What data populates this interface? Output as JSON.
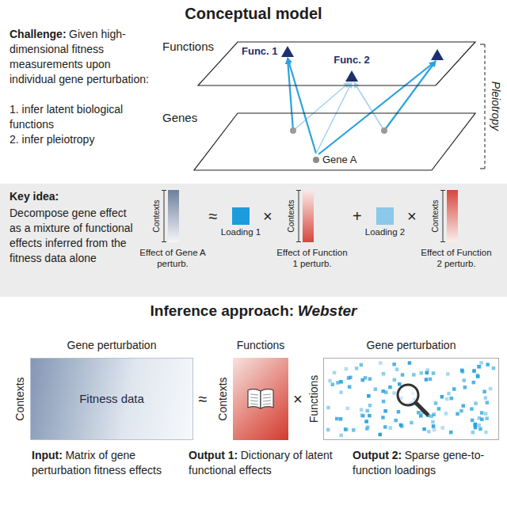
{
  "diagram": {
    "title": "Conceptual model",
    "nodes": [
      {
        "text": [
          "Functions"
        ]
      },
      {
        "text": [
          "Func. 1"
        ],
        "in": 0
      },
      {
        "text": [
          "Func. 2"
        ],
        "in": 0
      },
      {
        "text": [
          "Genes"
        ]
      },
      {
        "text": [
          "Gene A"
        ],
        "in": 3
      },
      {
        "text": [
          "Key idea:",
          "Decompose gene effect as a mixture of functional effects inferred from the fitness data alone"
        ]
      },
      {
        "text": [
          "Contexts",
          "Effect of Gene A perturb."
        ],
        "in": 5
      },
      {
        "text": [
          "Loading 1"
        ],
        "in": 5
      },
      {
        "text": [
          "Contexts",
          "Effect of Function 1 perturb."
        ],
        "in": 5
      },
      {
        "text": [
          "Loading 2"
        ],
        "in": 5
      },
      {
        "text": [
          "Contexts",
          "Effect of Function 2 perturb."
        ],
        "in": 5
      },
      {
        "text": [
          "Gene perturbation",
          "Contexts",
          "Fitness data"
        ]
      },
      {
        "text": [
          "Functions",
          "Contexts"
        ]
      },
      {
        "text": [
          "Gene perturbation",
          "Functions"
        ]
      }
    ],
    "edges": [
      {
        "from": 4,
        "to": 1,
        "arrow": "to"
      },
      {
        "from": 4,
        "to": 2,
        "arrow": "to"
      }
    ],
    "labels": [
      "Challenge:",
      "Given high-dimensional fitness measurements upon individual gene perturbation:",
      "1. infer latent biological functions",
      "2. infer pleiotropy",
      "Pleiotropy",
      "≈",
      "×",
      "+",
      "×",
      "Inference approach:",
      "Webster",
      "≈",
      "×",
      "Input:",
      "Matrix of gene perturbation fitness effects",
      "Output 1:",
      "Dictionary of latent functional effects",
      "Output 2:",
      "Sparse gene-to-function loadings"
    ]
  }
}
